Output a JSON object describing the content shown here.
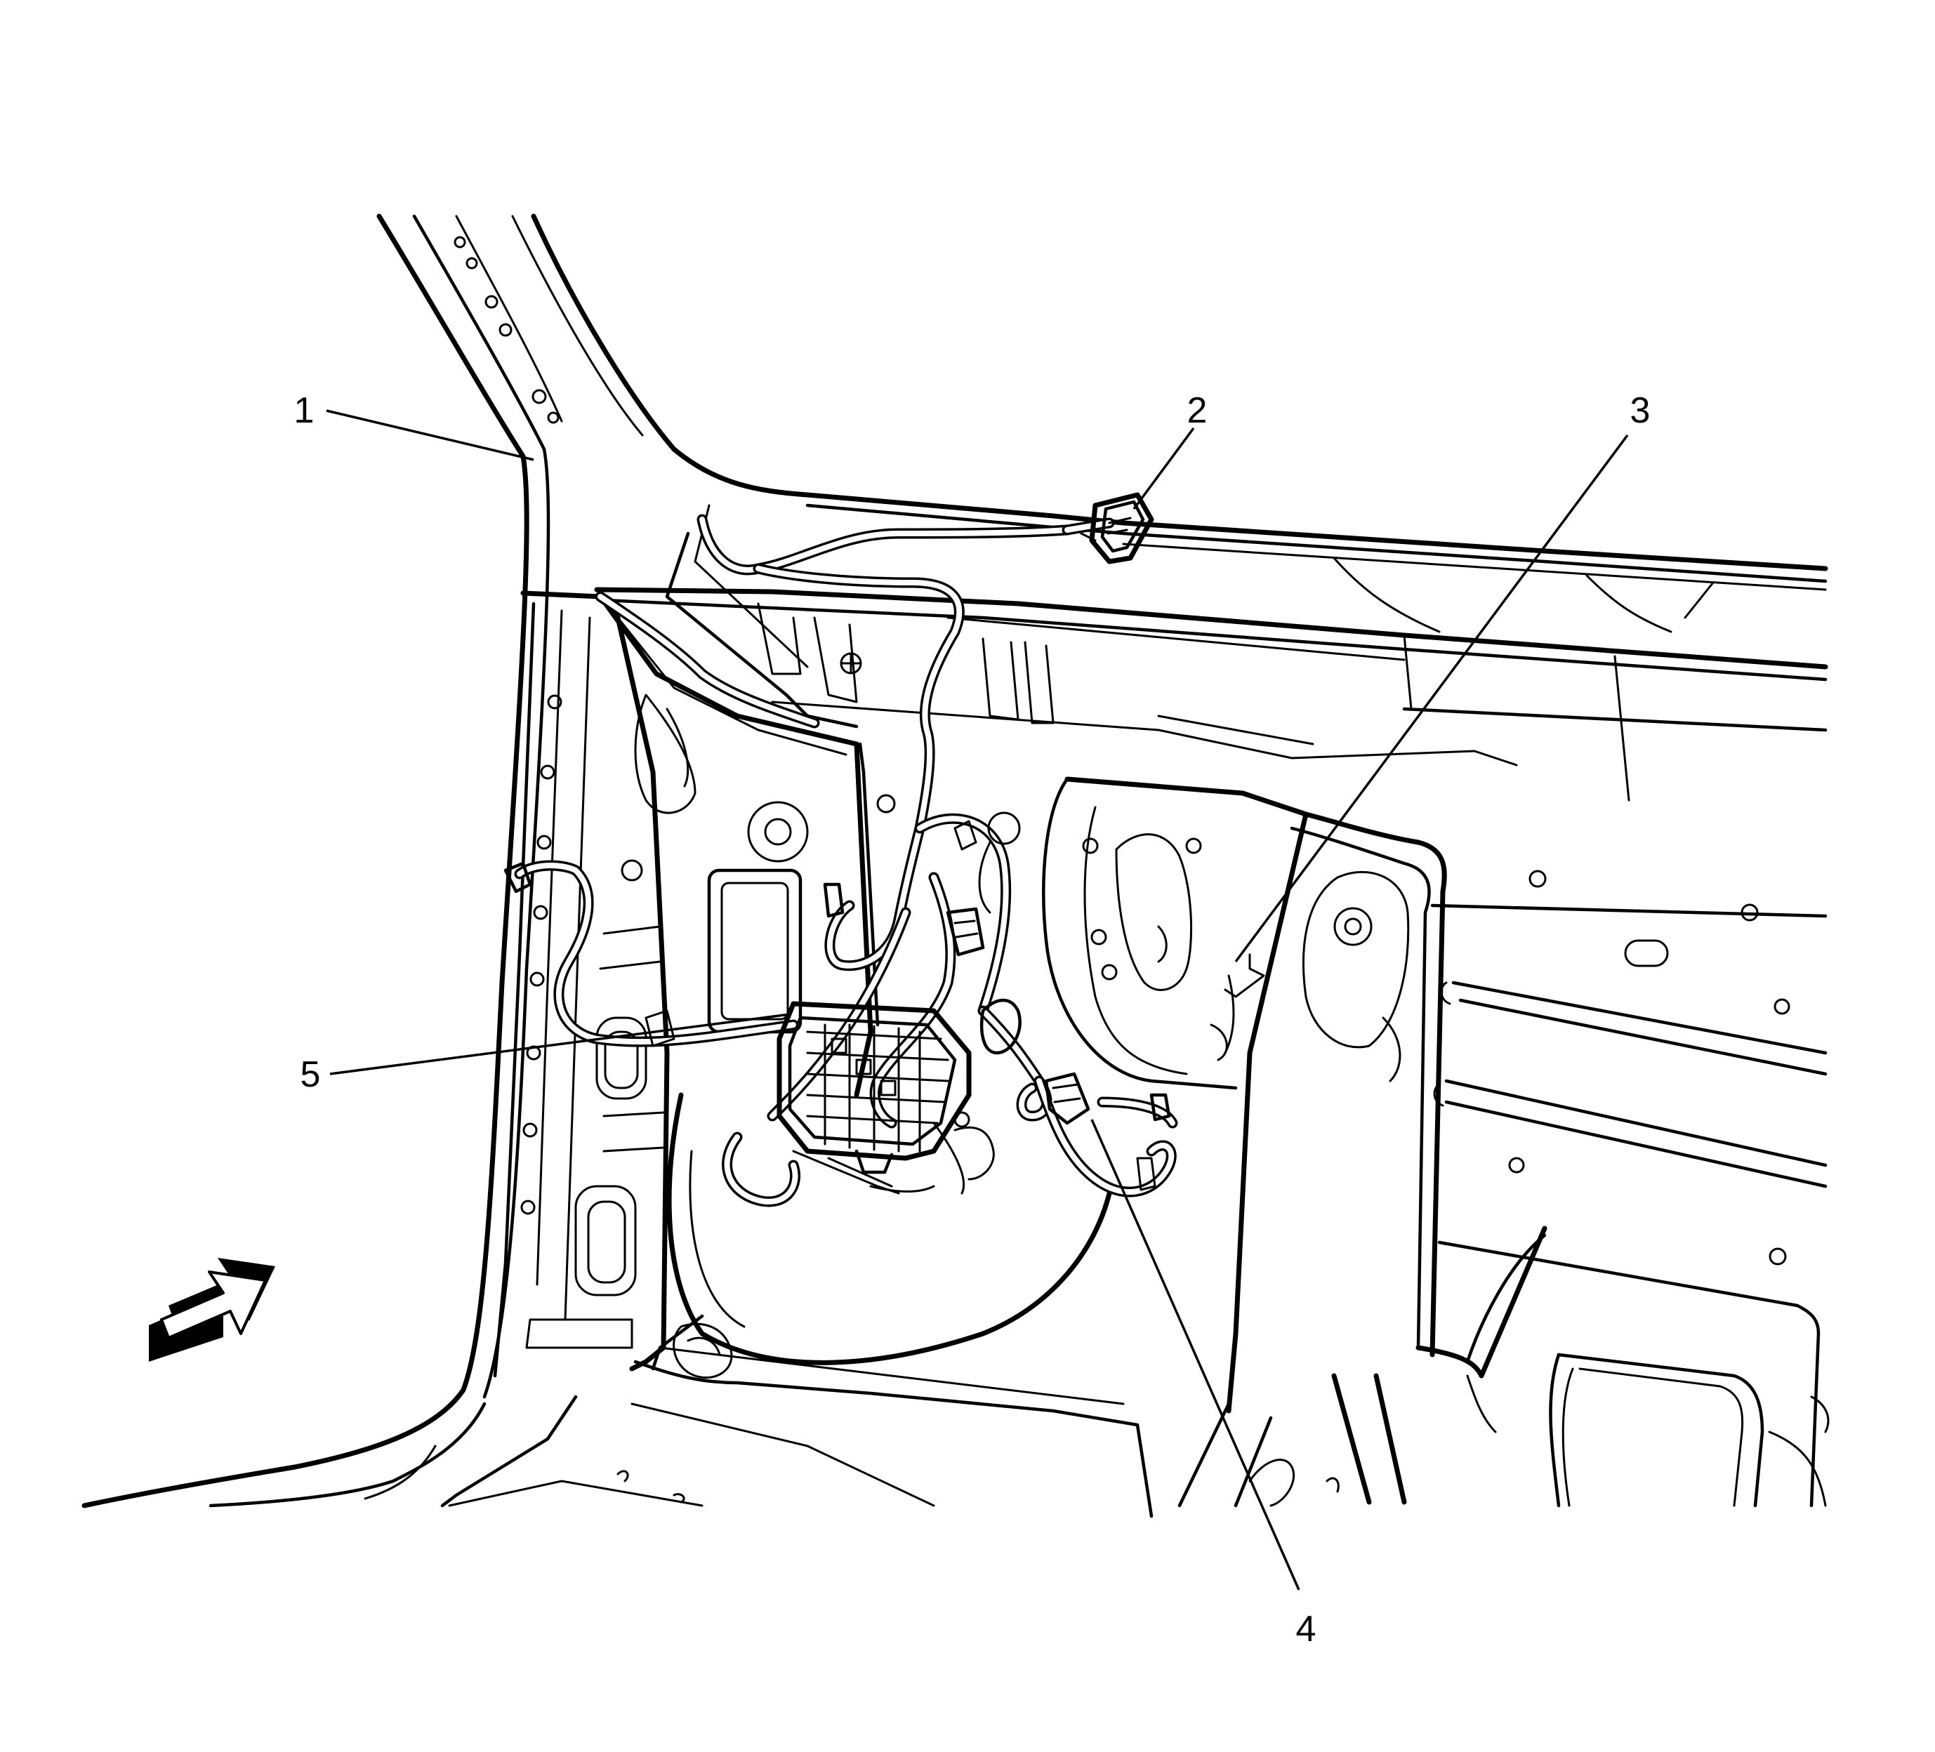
{
  "callouts": [
    {
      "id": "1",
      "label": "1"
    },
    {
      "id": "2",
      "label": "2"
    },
    {
      "id": "3",
      "label": "3"
    },
    {
      "id": "4",
      "label": "4"
    },
    {
      "id": "5",
      "label": "5"
    }
  ],
  "icons": {
    "view_direction": "arrow-icon"
  },
  "colors": {
    "ink": "#000000",
    "background": "#ffffff"
  }
}
